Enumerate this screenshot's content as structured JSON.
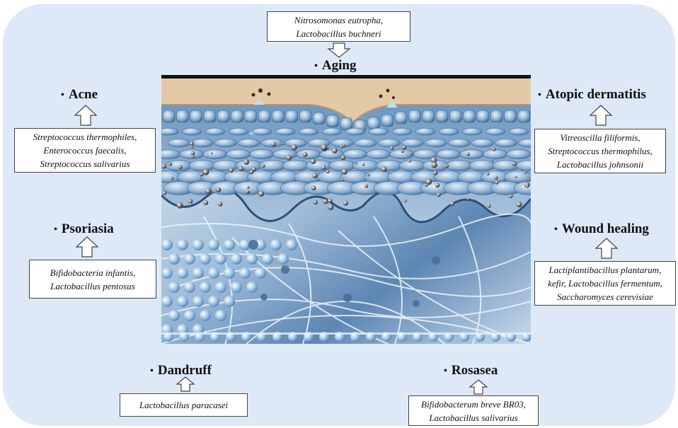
{
  "center": {
    "heading": "Aging",
    "species": [
      "Nitrosomonas eutropha,",
      "Lactobacillus buchneri"
    ]
  },
  "left": [
    {
      "heading": "Acne",
      "species": [
        "Streptococcus thermophiles,",
        "Enterococcus faecalis,",
        "Streptococcus salivarius"
      ]
    },
    {
      "heading": "Psoriasia",
      "species": [
        "Bifidobacteria infantis,",
        "Lactobacillus pentosus"
      ]
    },
    {
      "heading": "Dandruff",
      "species": [
        "Lactobacillus paracasei"
      ]
    }
  ],
  "right": [
    {
      "heading": "Atopic dermatitis",
      "species": [
        "Vitreoscilla filiformis,",
        "Streptococcus thermophilus,",
        "Lactobacillus johnsonii"
      ]
    },
    {
      "heading": "Wound healing",
      "species": [
        "Lactiplantibacillus plantarum,",
        "kefir,  Lactobacillus fermentum,",
        "Saccharomyces cerevisiae"
      ]
    },
    {
      "heading": "Rosasea",
      "species": [
        "Bifidobacterum breve BR03,",
        "Lactobacillus salivarius"
      ]
    }
  ],
  "bullet_char": "•",
  "colors": {
    "background_panel": "#dde9f6",
    "skin_surface": "#e4c9a6",
    "epidermis": "#7fa4c8",
    "dermis": "#c5d8ea"
  }
}
